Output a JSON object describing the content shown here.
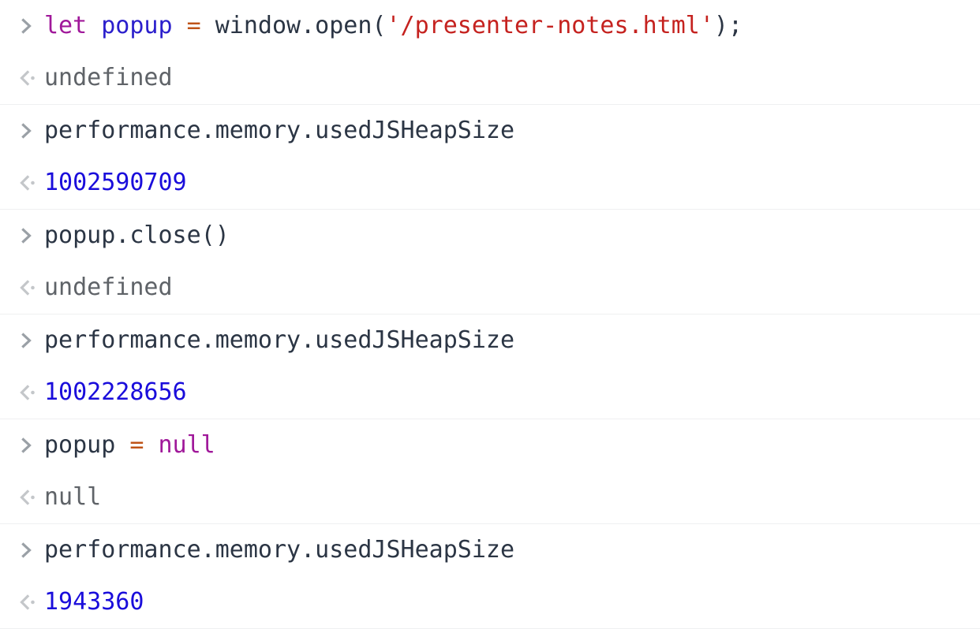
{
  "console": {
    "name": "javascript-console",
    "prompt_icon": "chevron-right-icon",
    "result_icon": "chevron-left-dot-icon",
    "colors": {
      "background": "#ffffff",
      "divider": "#eff0f1",
      "keyword": "#a0189a",
      "variable": "#2b1fcc",
      "operator": "#bf5317",
      "string": "#c5221f",
      "number": "#1a0ddb",
      "plain": "#2b3544",
      "muted": "#5f6368",
      "prompt_chevron": "#9aa0a6",
      "result_chevron": "#c4c7ca"
    },
    "entries": [
      {
        "input_tokens": [
          {
            "text": "let",
            "type": "keyword"
          },
          {
            "text": " ",
            "type": "plain"
          },
          {
            "text": "popup",
            "type": "variable"
          },
          {
            "text": " ",
            "type": "plain"
          },
          {
            "text": "=",
            "type": "operator"
          },
          {
            "text": " window.open(",
            "type": "plain"
          },
          {
            "text": "'/presenter-notes.html'",
            "type": "string"
          },
          {
            "text": ");",
            "type": "plain"
          }
        ],
        "input_text": "let popup = window.open('/presenter-notes.html');",
        "result_text": "undefined",
        "result_type": "undefined"
      },
      {
        "input_tokens": [
          {
            "text": "performance.memory.usedJSHeapSize",
            "type": "plain"
          }
        ],
        "input_text": "performance.memory.usedJSHeapSize",
        "result_text": "1002590709",
        "result_type": "number"
      },
      {
        "input_tokens": [
          {
            "text": "popup.close()",
            "type": "plain"
          }
        ],
        "input_text": "popup.close()",
        "result_text": "undefined",
        "result_type": "undefined"
      },
      {
        "input_tokens": [
          {
            "text": "performance.memory.usedJSHeapSize",
            "type": "plain"
          }
        ],
        "input_text": "performance.memory.usedJSHeapSize",
        "result_text": "1002228656",
        "result_type": "number"
      },
      {
        "input_tokens": [
          {
            "text": "popup",
            "type": "plain"
          },
          {
            "text": " ",
            "type": "plain"
          },
          {
            "text": "=",
            "type": "operator"
          },
          {
            "text": " ",
            "type": "plain"
          },
          {
            "text": "null",
            "type": "null"
          }
        ],
        "input_text": "popup = null",
        "result_text": "null",
        "result_type": "null"
      },
      {
        "input_tokens": [
          {
            "text": "performance.memory.usedJSHeapSize",
            "type": "plain"
          }
        ],
        "input_text": "performance.memory.usedJSHeapSize",
        "result_text": "1943360",
        "result_type": "number"
      }
    ]
  }
}
